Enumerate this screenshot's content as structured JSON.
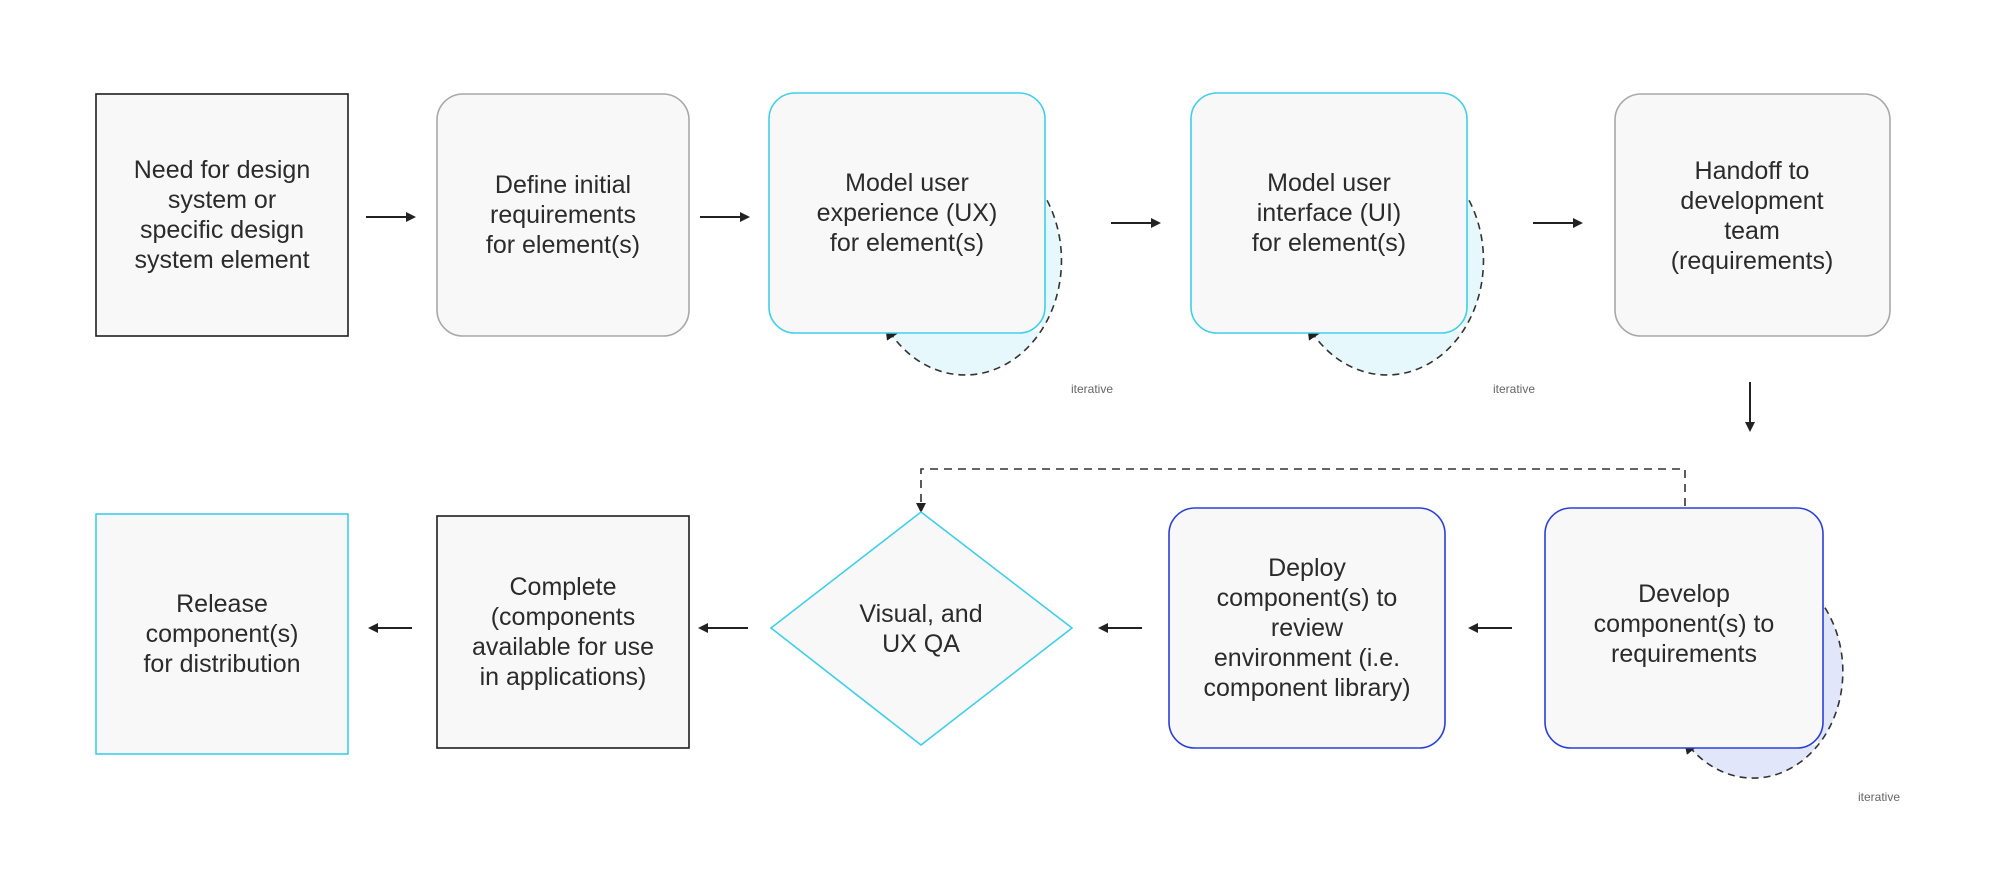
{
  "nodes": [
    {
      "id": "need",
      "lines": [
        "Need for design",
        "system or",
        "specific design",
        "system element"
      ]
    },
    {
      "id": "define",
      "lines": [
        "Define initial",
        "requirements",
        "for element(s)"
      ]
    },
    {
      "id": "model-ux",
      "lines": [
        "Model user",
        "experience (UX)",
        "for element(s)"
      ]
    },
    {
      "id": "model-ui",
      "lines": [
        "Model user",
        "interface (UI)",
        "for element(s)"
      ]
    },
    {
      "id": "handoff",
      "lines": [
        "Handoff to",
        "development",
        "team",
        "(requirements)"
      ]
    },
    {
      "id": "develop",
      "lines": [
        "Develop",
        "component(s) to",
        "requirements"
      ]
    },
    {
      "id": "deploy",
      "lines": [
        "Deploy",
        "component(s) to",
        "review",
        "environment (i.e.",
        "component library)"
      ]
    },
    {
      "id": "visual-qa",
      "lines": [
        "Visual, and",
        "UX QA"
      ]
    },
    {
      "id": "complete",
      "lines": [
        "Complete",
        "(components",
        "available for use",
        "in applications)"
      ]
    },
    {
      "id": "release",
      "lines": [
        "Release",
        "component(s)",
        "for distribution"
      ]
    }
  ],
  "loops": [
    {
      "id": "ux-loop",
      "label": "iterative"
    },
    {
      "id": "ui-loop",
      "label": "iterative"
    },
    {
      "id": "dev-loop",
      "label": "iterative"
    }
  ],
  "colors": {
    "node_fill": "#f8f8f8",
    "black_border": "#1e1e1e",
    "grey_border": "#a8a8a8",
    "cyan_border": "#40cfe9",
    "blue_border": "#2a3fd8",
    "cyan_loop_fill": "#e6f8fc",
    "blue_loop_fill": "#e2e6fb",
    "arrow": "#222222",
    "text": "#2b2b2b"
  }
}
